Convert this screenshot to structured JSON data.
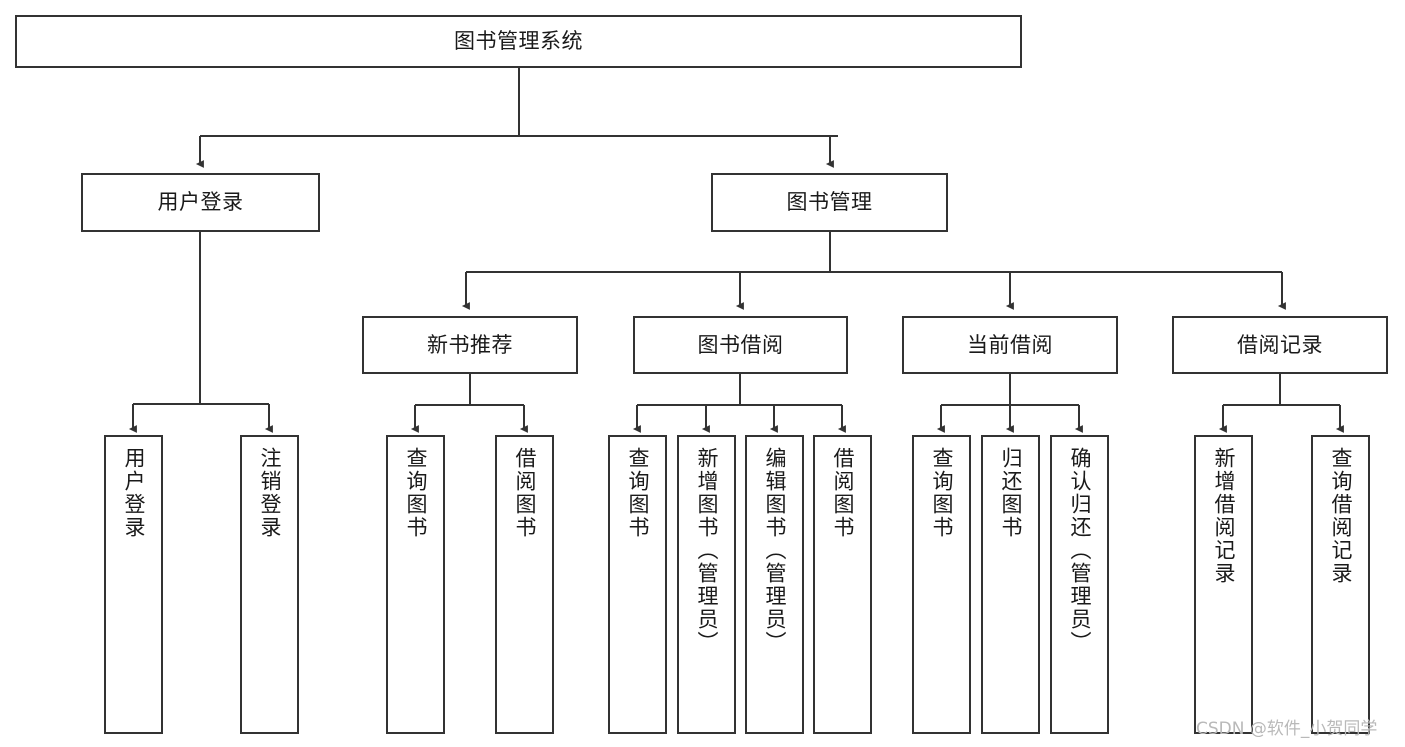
{
  "diagram": {
    "title": "图书管理系统",
    "type": "tree-hierarchy-diagram",
    "root": {
      "label": "图书管理系统"
    },
    "level2": [
      {
        "label": "用户登录"
      },
      {
        "label": "图书管理"
      }
    ],
    "level3": [
      {
        "label": "新书推荐"
      },
      {
        "label": "图书借阅"
      },
      {
        "label": "当前借阅"
      },
      {
        "label": "借阅记录"
      }
    ],
    "leaves": {
      "user_login": [
        {
          "label": "用户登录"
        },
        {
          "label": "注销登录"
        }
      ],
      "new_book_recommend": [
        {
          "label": "查询图书"
        },
        {
          "label": "借阅图书"
        }
      ],
      "book_borrow": [
        {
          "label": "查询图书"
        },
        {
          "label": "新增图书（管理员）"
        },
        {
          "label": "编辑图书（管理员）"
        },
        {
          "label": "借阅图书"
        }
      ],
      "current_borrow": [
        {
          "label": "查询图书"
        },
        {
          "label": "归还图书"
        },
        {
          "label": "确认归还（管理员）"
        }
      ],
      "borrow_record": [
        {
          "label": "新增借阅记录"
        },
        {
          "label": "查询借阅记录"
        }
      ]
    }
  },
  "watermark": {
    "text": "CSDN @软件_小贺同学"
  },
  "colors": {
    "stroke": "#333333",
    "text": "#1a1a1a",
    "background": "#ffffff",
    "watermark": "#b9b9b9"
  }
}
